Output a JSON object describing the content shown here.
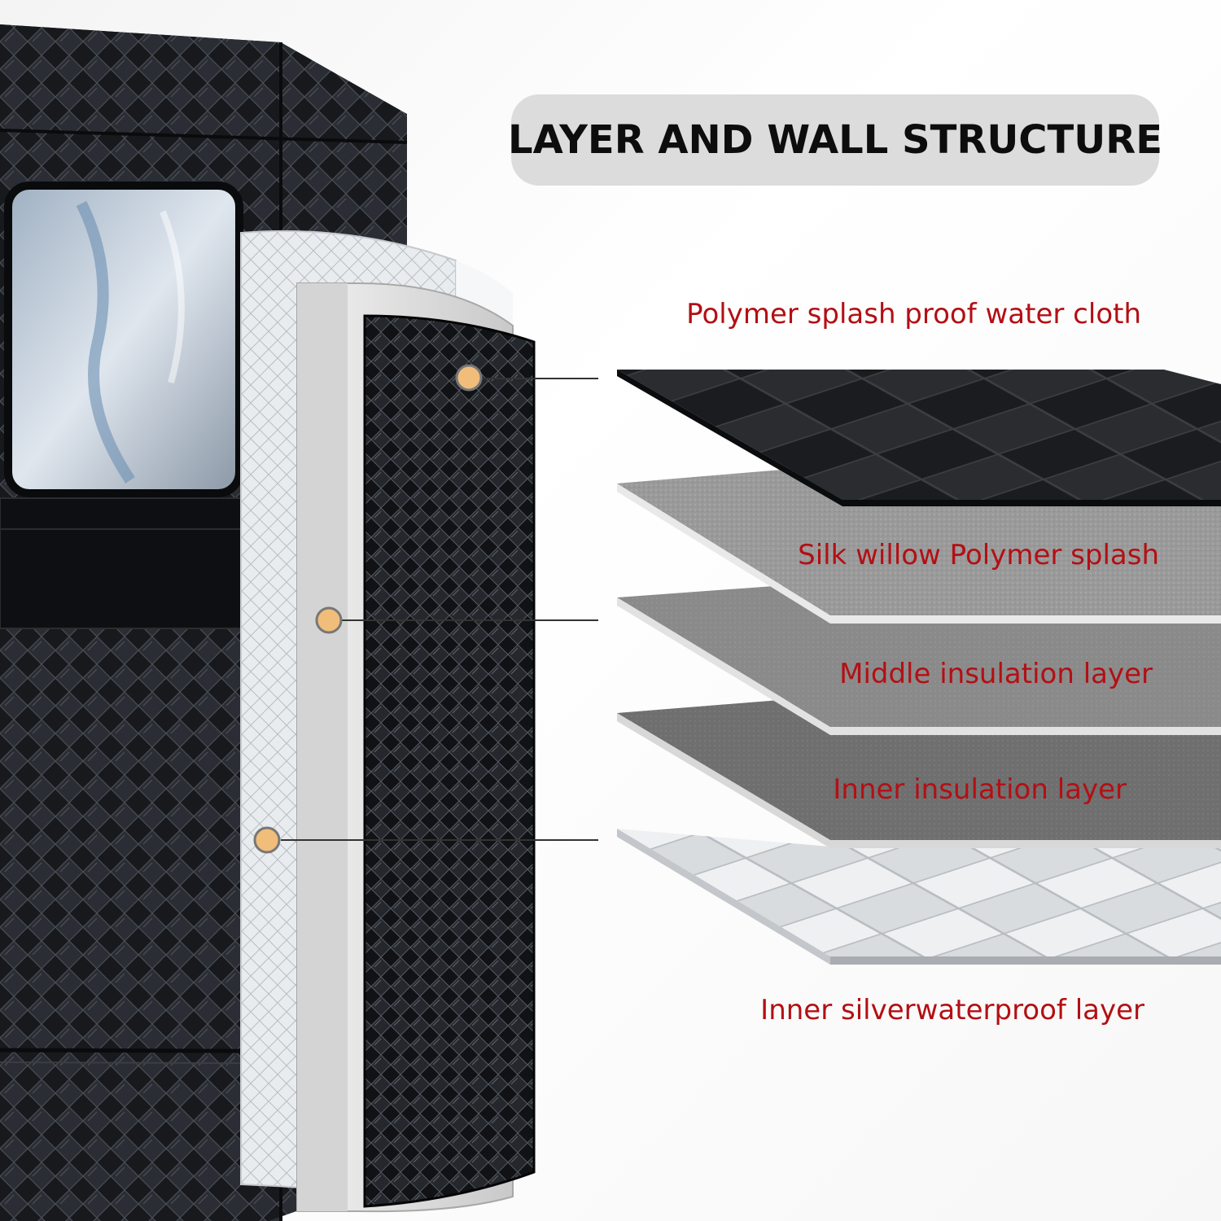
{
  "title": "LAYER AND WALL STRUCTURE",
  "colors": {
    "title_background": "#dcdcdc",
    "label_red": "#b30f14",
    "tent_black": "#1a1c20",
    "marker_orange": "#f0bd7a"
  },
  "layers": [
    {
      "label": "Polymer splash proof water cloth"
    },
    {
      "label": "Silk willow Polymer splash"
    },
    {
      "label": "Middle insulation layer"
    },
    {
      "label": "Inner insulation layer"
    },
    {
      "label": "Inner silverwaterproof layer"
    }
  ]
}
